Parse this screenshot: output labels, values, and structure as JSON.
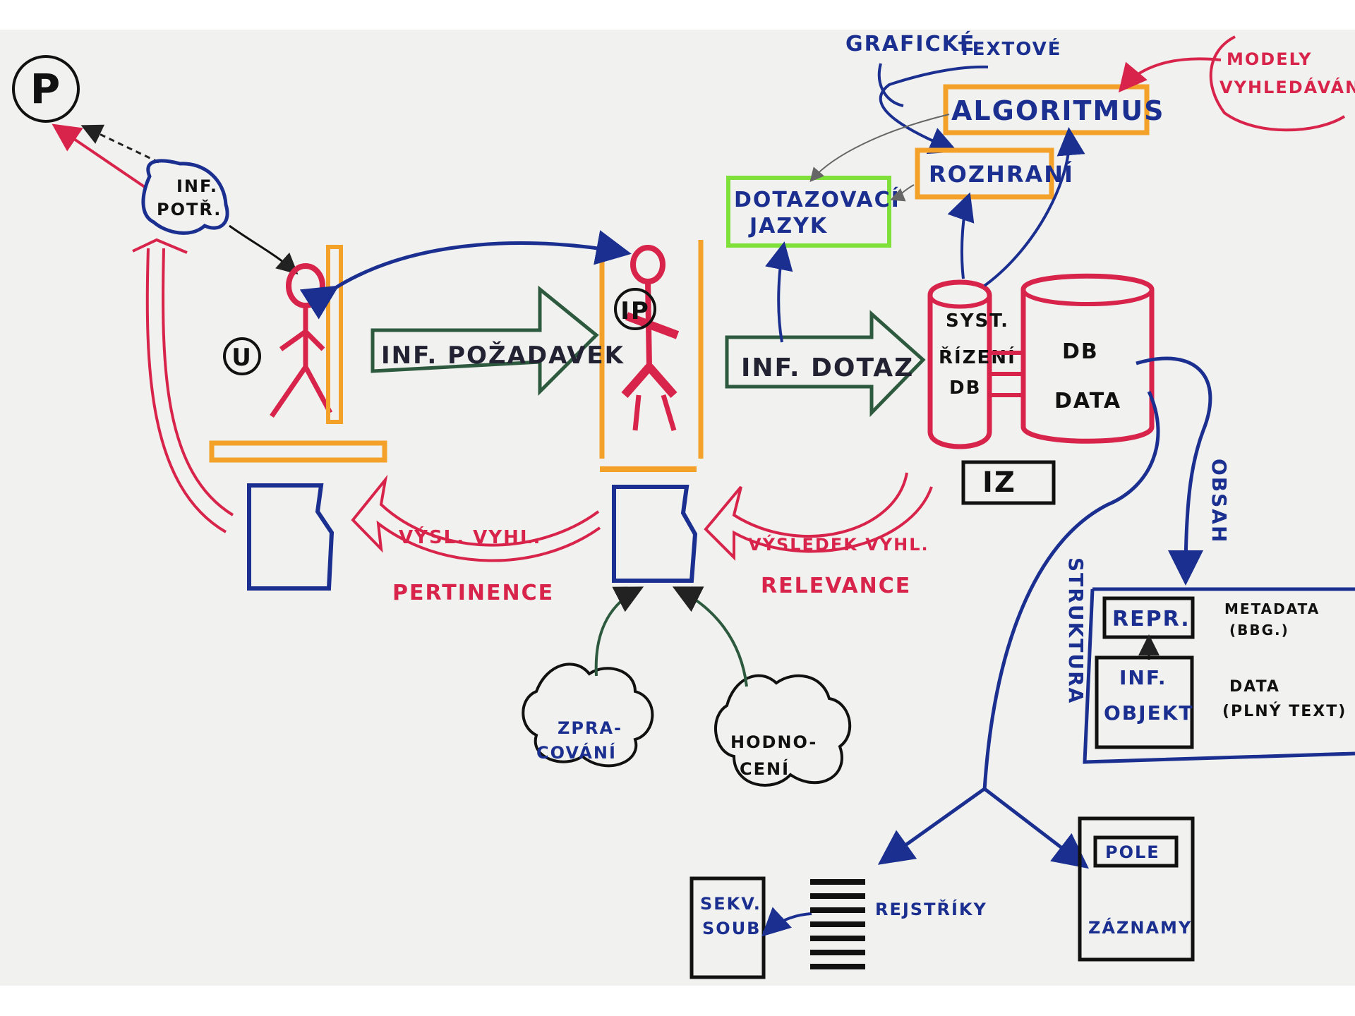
{
  "colors": {
    "paper": "#f1f1ef",
    "blue": "#1a2f8f",
    "red": "#d8244a",
    "orange": "#f4a12a",
    "green": "#2d5a3e",
    "lime": "#7fe03a",
    "black": "#111111"
  },
  "labels": {
    "p": "P",
    "inf_potr_1": "INF.",
    "inf_potr_2": "POTŘ.",
    "u": "U",
    "ip": "IP",
    "inf_pozadavek": "INF. POŽADAVEK",
    "inf_dotaz": "INF. DOTAZ",
    "dotazovaci_1": "DOTAZOVACÍ",
    "dotazovaci_2": "JAZYK",
    "graficke": "GRAFICKÉ",
    "textove": "TEXTOVÉ",
    "algoritmus": "ALGORITMUS",
    "rozhrani": "ROZHRANÍ",
    "modely_1": "MODELY",
    "modely_2": "VYHLEDÁVÁNÍ",
    "syst_1": "SYST.",
    "syst_2": "ŘÍZENÍ",
    "syst_3": "DB",
    "db_1": "DB",
    "db_2": "DATA",
    "iz": "IZ",
    "vysl_vyhl": "VÝSL. VYHL.",
    "pertinence": "PERTINENCE",
    "vysledek_vyhl": "VÝSLEDEK VYHL.",
    "relevance": "RELEVANCE",
    "zpracovani_1": "ZPRA-",
    "zpracovani_2": "COVÁNÍ",
    "hodnoceni_1": "HODNO-",
    "hodnoceni_2": "CENÍ",
    "obsah": "OBSAH",
    "struktura": "STRUKTURA",
    "repr": "REPR.",
    "inf_objekt_1": "INF.",
    "inf_objekt_2": "OBJEKT",
    "metadata_1": "METADATA",
    "metadata_2": "(BBG.)",
    "data_1": "DATA",
    "data_2": "(PLNÝ TEXT)",
    "sekv_1": "SEKV.",
    "sekv_2": "SOUB.",
    "rejstriky": "REJSTŘÍKY",
    "pole": "POLE",
    "zaznamy": "ZÁZNAMY"
  }
}
